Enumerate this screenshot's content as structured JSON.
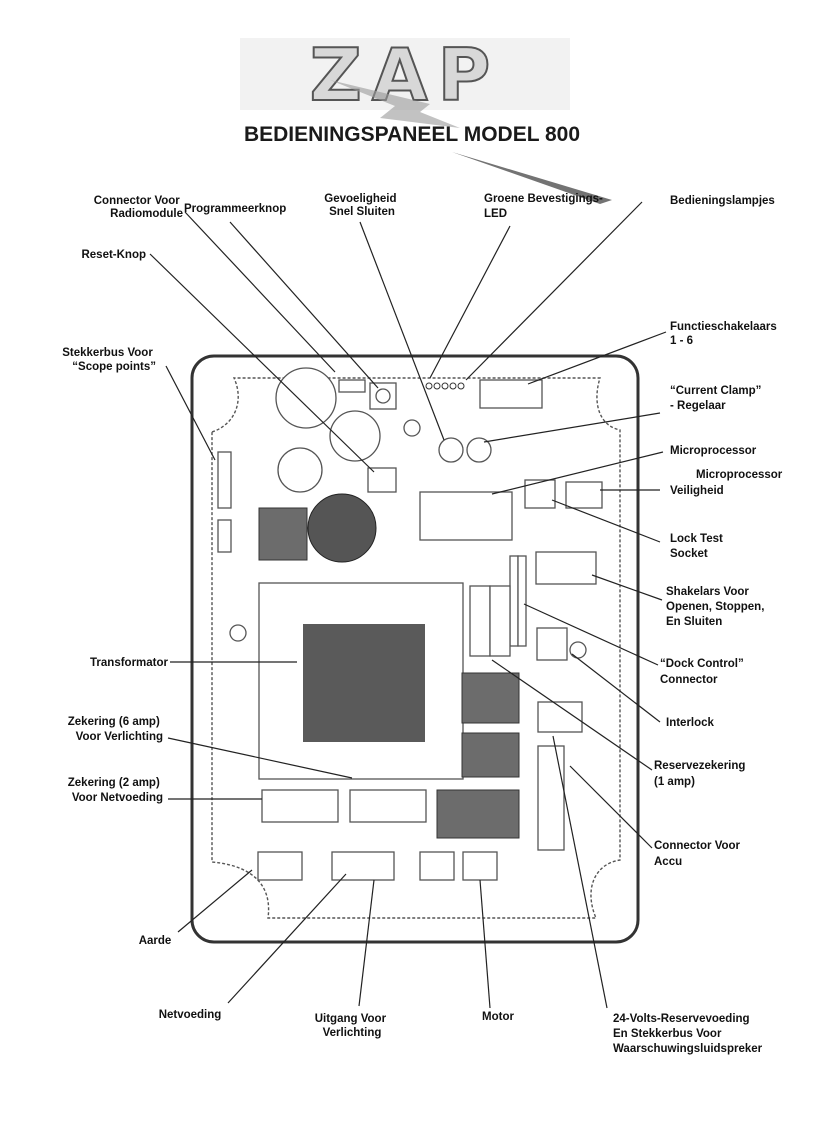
{
  "logo": {
    "text": "ZAP"
  },
  "title": "BEDIENINGSPANEEL MODEL 800",
  "labels": {
    "connector_radio": [
      "Connector Voor",
      "Radiomodule"
    ],
    "programmeerknop": [
      "Programmeerknop"
    ],
    "gevoeligheid": [
      "Gevoeligheid",
      "Snel Sluiten"
    ],
    "groene_led": [
      "Groene Bevestigings-",
      "LED"
    ],
    "bedieningslampjes": [
      "Bedieningslampjes"
    ],
    "reset_knop": [
      "Reset-Knop"
    ],
    "functieschakelaars": [
      "Functieschakelaars",
      "1 - 6"
    ],
    "stekkerbus_scope": [
      "Stekkerbus Voor",
      "“Scope points”"
    ],
    "current_clamp": [
      "“Current Clamp”",
      "- Regelaar"
    ],
    "microprocessor": [
      "Microprocessor"
    ],
    "microprocessor_veiligheid": [
      "Microprocessor",
      "Veiligheid"
    ],
    "lock_test": [
      "Lock Test",
      "Socket"
    ],
    "shakelars": [
      "Shakelars Voor",
      "Openen, Stoppen,",
      "En Sluiten"
    ],
    "transformator": [
      "Transformator"
    ],
    "dock_control": [
      "“Dock Control”",
      "Connector"
    ],
    "interlock": [
      "Interlock"
    ],
    "zekering_6": [
      "Zekering (6 amp)",
      "Voor Verlichting"
    ],
    "reservezekering": [
      "Reservezekering",
      "(1 amp)"
    ],
    "zekering_2": [
      "Zekering (2 amp)",
      "Voor Netvoeding"
    ],
    "connector_accu": [
      "Connector Voor",
      "Accu"
    ],
    "aarde": [
      "Aarde"
    ],
    "netvoeding": [
      "Netvoeding"
    ],
    "uitgang_verlichting": [
      "Uitgang Voor",
      "Verlichting"
    ],
    "motor": [
      "Motor"
    ],
    "reservevoeding": [
      "24-Volts-Reservevoeding",
      "En Stekkerbus Voor",
      "Waarschuwingsluidspreker"
    ]
  }
}
